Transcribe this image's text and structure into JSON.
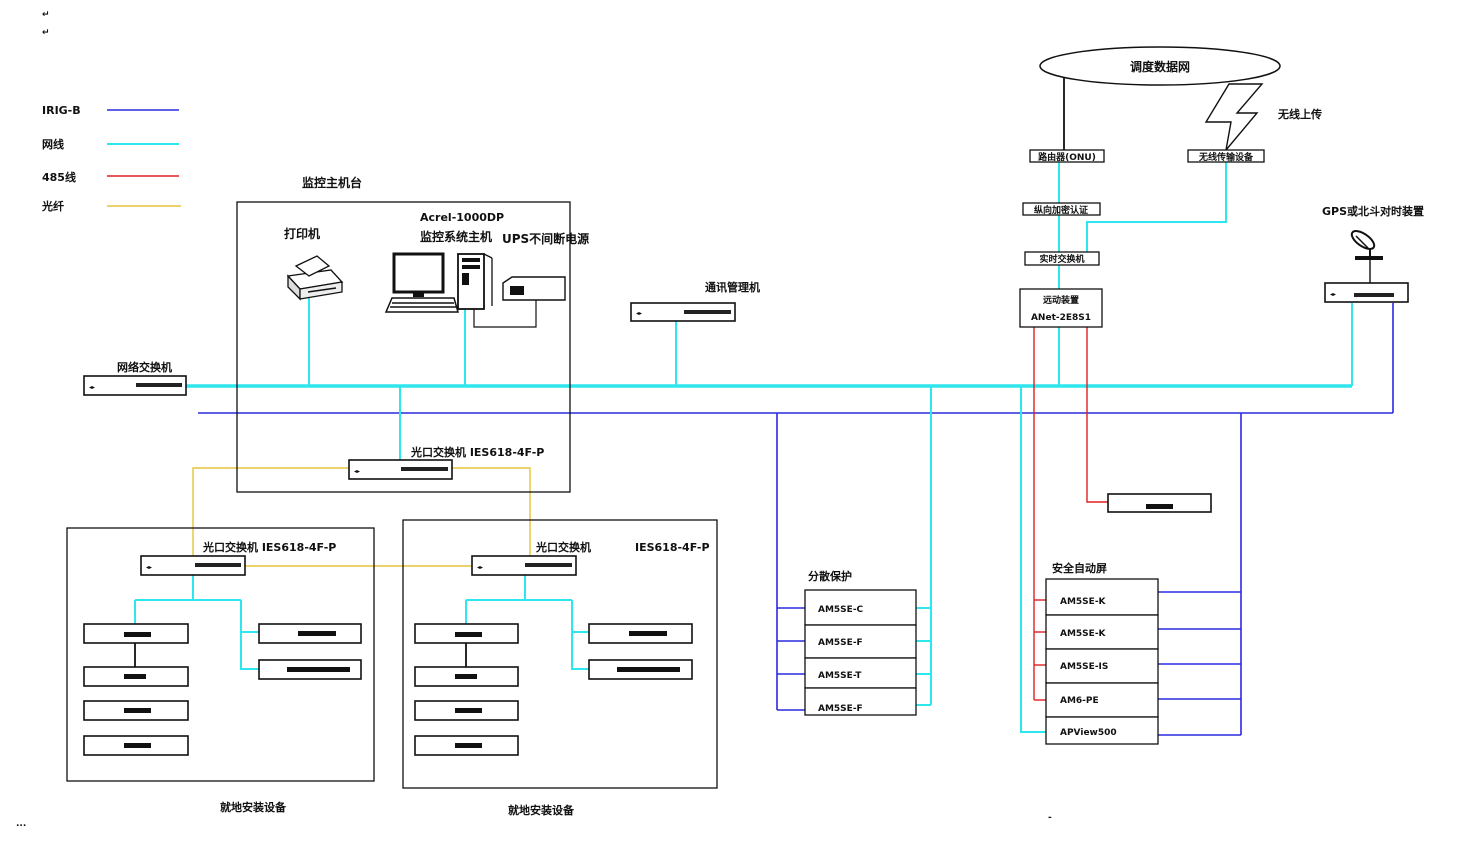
{
  "legend": [
    {
      "label": "IRIG-B",
      "color": "#2a2adf"
    },
    {
      "label": "网线",
      "color": "#2ee6ee"
    },
    {
      "label": "485线",
      "color": "#e02020"
    },
    {
      "label": "光纤",
      "color": "#e6c43a"
    }
  ],
  "stray_marks": [
    "↵",
    "↵",
    "...",
    "-"
  ],
  "labels": {
    "monitor_console": "监控主机台",
    "printer": "打印机",
    "host_line1": "Acrel-1000DP",
    "host_line2": "监控系统主机",
    "ups": "UPS不间断电源",
    "comm_manager": "通讯管理机",
    "network_switch": "网络交换机",
    "optical_switch_main": "光口交换机 IES618-4F-P",
    "optical_switch_left": "光口交换机 IES618-4F-P",
    "optical_switch_right": "光口交换机",
    "optical_switch_right_model": "IES618-4F-P",
    "field_left": "就地安装设备",
    "field_right": "就地安装设备",
    "dispatch_net": "调度数据网",
    "wireless_upload": "无线上传",
    "router": "路由器(ONU)",
    "wireless_device": "无线传输设备",
    "vertical_auth": "纵向加密认证",
    "realtime_switch": "实时交换机",
    "telecontrol_line1": "远动装置",
    "telecontrol_line2": "ANet-2E8S1",
    "gps": "GPS或北斗对时装置",
    "dist_protection": "分散保护",
    "safety_panel": "安全自动屏"
  },
  "dist_protection_items": [
    "AM5SE-C",
    "AM5SE-F",
    "AM5SE-T",
    "AM5SE-F"
  ],
  "safety_items": [
    "AM5SE-K",
    "AM5SE-K",
    "AM5SE-IS",
    "AM6-PE",
    "APView500"
  ]
}
